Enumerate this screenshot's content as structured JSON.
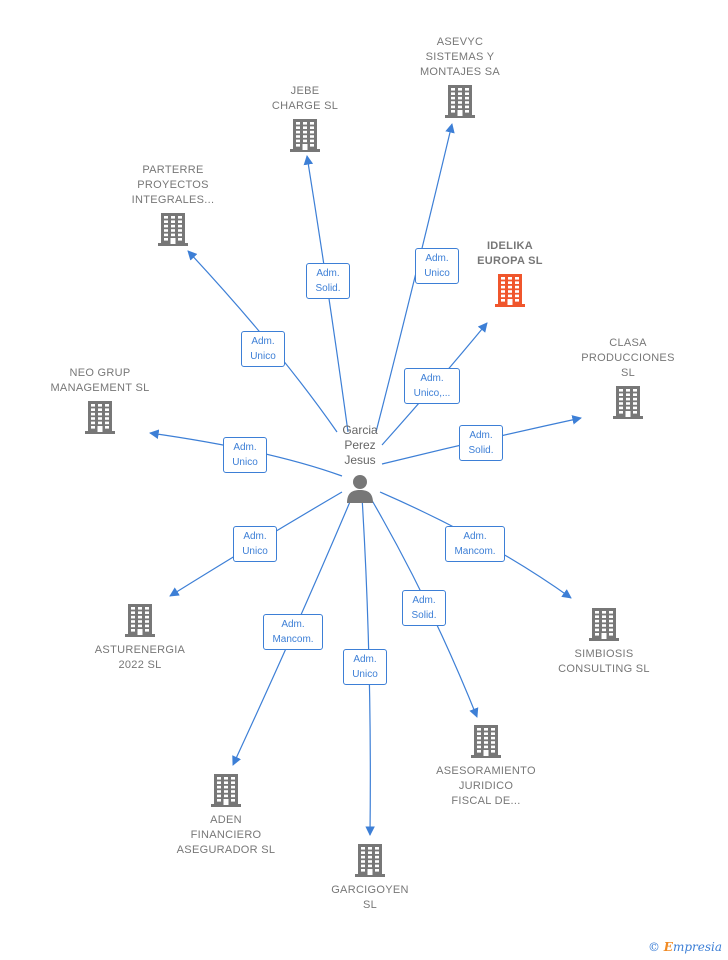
{
  "center": {
    "name": "Garcia\nPerez\nJesus",
    "icon": "person-icon"
  },
  "colors": {
    "edge": "#3d7fd6",
    "building": "#777777",
    "highlight": "#f0562c"
  },
  "companies": [
    {
      "id": "asevyc",
      "label": "ASEVYC\nSISTEMAS Y\nMONTAJES SA",
      "role": "Adm.\nUnico",
      "highlight": false
    },
    {
      "id": "jebe",
      "label": "JEBE\nCHARGE  SL",
      "role": "Adm.\nSolid.",
      "highlight": false
    },
    {
      "id": "parterre",
      "label": "PARTERRE\nPROYECTOS\nINTEGRALES...",
      "role": "Adm.\nUnico",
      "highlight": false
    },
    {
      "id": "idelika",
      "label": "IDELIKA\nEUROPA  SL",
      "role": "Adm.\nUnico,...",
      "highlight": true
    },
    {
      "id": "clasa",
      "label": "CLASA\nPRODUCCIONES\nSL",
      "role": "Adm.\nSolid.",
      "highlight": false
    },
    {
      "id": "neogrup",
      "label": "NEO GRUP\nMANAGEMENT SL",
      "role": "Adm.\nUnico",
      "highlight": false
    },
    {
      "id": "asturenergia",
      "label": "ASTURENERGIA\n2022  SL",
      "role": "Adm.\nUnico",
      "highlight": false
    },
    {
      "id": "simbiosis",
      "label": "SIMBIOSIS\nCONSULTING SL",
      "role": "Adm.\nMancom.",
      "highlight": false
    },
    {
      "id": "aden",
      "label": "ADEN\nFINANCIERO\nASEGURADOR SL",
      "role": "Adm.\nMancom.",
      "highlight": false
    },
    {
      "id": "garcigoyen",
      "label": "GARCIGOYEN\nSL",
      "role": "Adm.\nUnico",
      "highlight": false
    },
    {
      "id": "asesoramiento",
      "label": "ASESORAMIENTO\nJURIDICO\nFISCAL DE...",
      "role": "Adm.\nSolid.",
      "highlight": false
    }
  ],
  "brand": {
    "copyright": "©",
    "name_initial": "E",
    "name_rest": "mpresia"
  }
}
